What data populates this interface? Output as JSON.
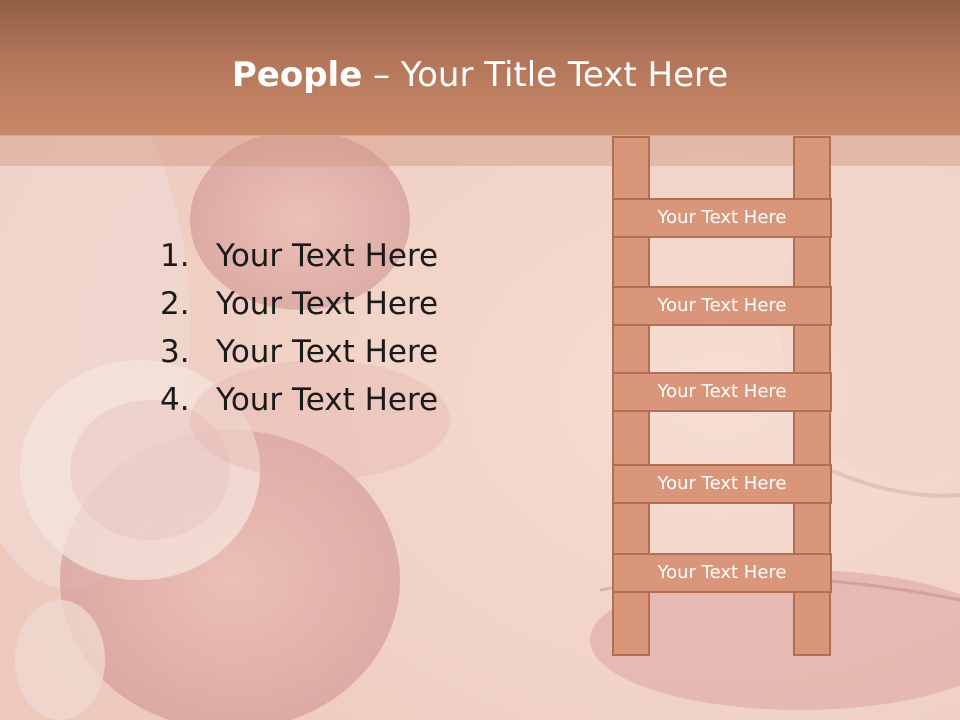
{
  "slide": {
    "title_bold": "People",
    "title_rest": " – Your Title Text Here",
    "list": [
      {
        "num": "1.",
        "text": "Your Text Here"
      },
      {
        "num": "2.",
        "text": "Your Text Here"
      },
      {
        "num": "3.",
        "text": "Your Text Here"
      },
      {
        "num": "4.",
        "text": "Your Text Here"
      }
    ],
    "ladder": [
      "Your Text Here",
      "Your Text Here",
      "Your Text Here",
      "Your Text Here",
      "Your Text Here"
    ]
  },
  "colors": {
    "title_bar": "#b4765a",
    "ladder_fill": "#d9967a",
    "ladder_border": "#b26f54",
    "text_dark": "#1a1a1a"
  }
}
